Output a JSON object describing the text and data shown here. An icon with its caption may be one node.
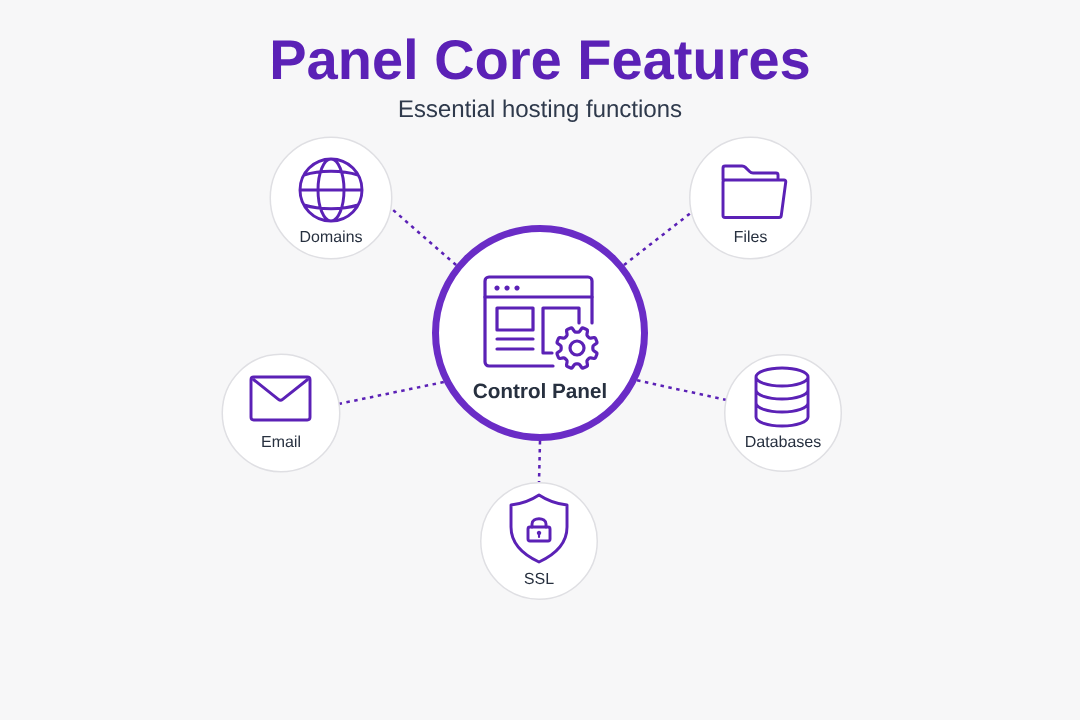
{
  "diagram": {
    "title": "Panel Core Features",
    "nodes": [
      {
        "text": [
          "Domains"
        ]
      },
      {
        "text": [
          "Files"
        ]
      },
      {
        "text": [
          "Control Panel"
        ]
      },
      {
        "text": [
          "Email"
        ]
      },
      {
        "text": [
          "Databases"
        ]
      },
      {
        "text": [
          "SSL"
        ]
      }
    ],
    "edges": [
      {
        "from": 2,
        "to": 0,
        "arrow": "none",
        "style": "dashed"
      },
      {
        "from": 2,
        "to": 1,
        "arrow": "none",
        "style": "dashed"
      },
      {
        "from": 2,
        "to": 3,
        "arrow": "none",
        "style": "dashed"
      },
      {
        "from": 2,
        "to": 4,
        "arrow": "none",
        "style": "dashed"
      },
      {
        "from": 2,
        "to": 5,
        "arrow": "none",
        "style": "dashed"
      }
    ],
    "labels": [
      "Essential hosting functions"
    ]
  }
}
